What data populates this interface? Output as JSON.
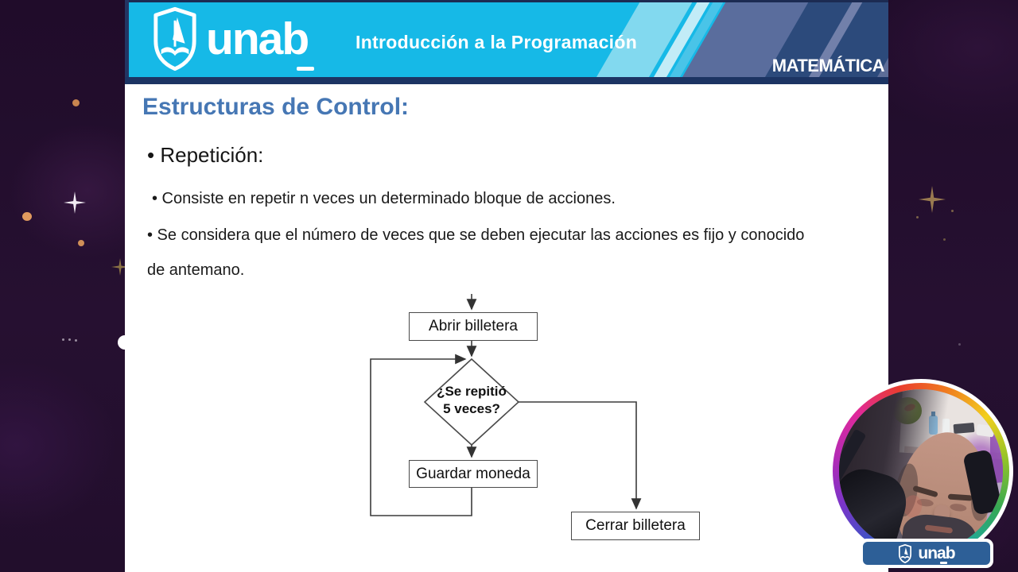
{
  "header": {
    "logo_text": "unab",
    "course_title": "Introducción a la Programación",
    "department": "MATEMÁTICA"
  },
  "slide": {
    "title": "Estructuras de Control:",
    "repetition_label": "• Repetición:",
    "bullet_1": "• Consiste en repetir n veces un determinado bloque de acciones.",
    "bullet_2_line_1": "• Se considera que el número de veces que se deben ejecutar las acciones es fijo y conocido",
    "bullet_2_line_2": "de antemano."
  },
  "flowchart": {
    "start_box": "Abrir billetera",
    "decision_line_1": "¿Se repitió",
    "decision_line_2": "5 veces?",
    "loop_box": "Guardar moneda",
    "end_box": "Cerrar billetera"
  },
  "webcam": {
    "badge_logo_text": "unab"
  },
  "colors": {
    "header_cyan": "#16b9e7",
    "header_navy": "#2c4a7b",
    "header_slate_stripe": "#5a6d9d",
    "title_blue": "#4677b4",
    "page_background": "#241028",
    "badge_navy": "#2d5f97",
    "slide_background": "#ffffff"
  }
}
